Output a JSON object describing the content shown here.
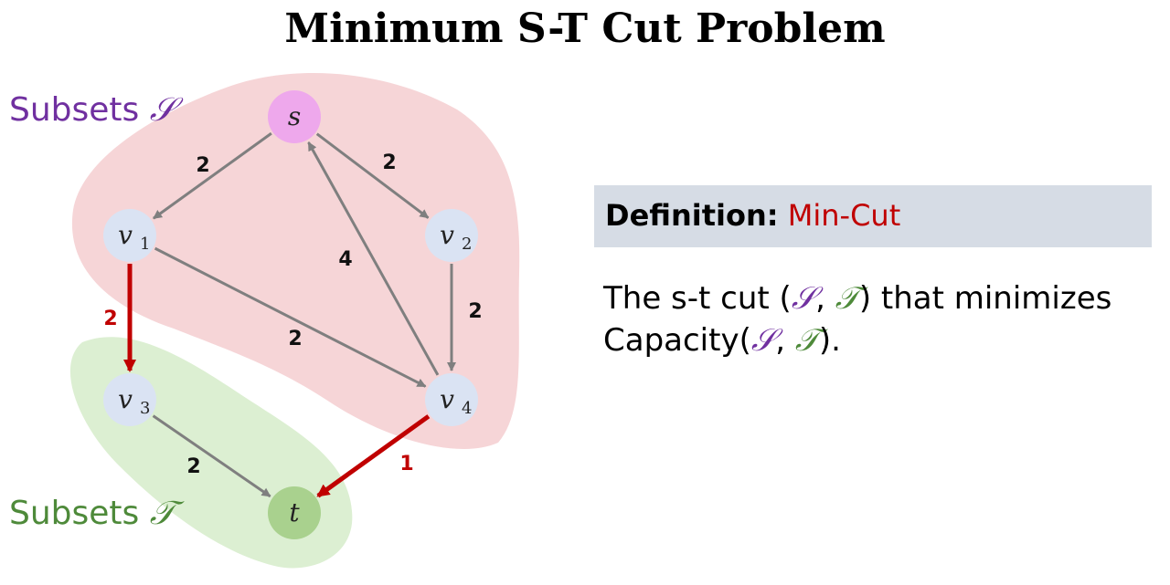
{
  "title": "Minimum S-T Cut Problem",
  "subsets_s": {
    "text": "Subsets",
    "symbol": "𝒮",
    "color": "#7030a0",
    "region_color": "#f6d5d7"
  },
  "subsets_t": {
    "text": "Subsets",
    "symbol": "𝒯",
    "color": "#4e8a3a",
    "region_color": "#dcefd2"
  },
  "nodes": [
    {
      "id": "s",
      "label": "s",
      "sub": "",
      "fill": "#eea8ec"
    },
    {
      "id": "v1",
      "label": "v",
      "sub": "1",
      "fill": "#dae3f3"
    },
    {
      "id": "v2",
      "label": "v",
      "sub": "2",
      "fill": "#dae3f3"
    },
    {
      "id": "v3",
      "label": "v",
      "sub": "3",
      "fill": "#dae3f3"
    },
    {
      "id": "v4",
      "label": "v",
      "sub": "4",
      "fill": "#dae3f3"
    },
    {
      "id": "t",
      "label": "t",
      "sub": "",
      "fill": "#a9d18e"
    }
  ],
  "edges": [
    {
      "from": "s",
      "to": "v1",
      "capacity": "2",
      "cut": false
    },
    {
      "from": "s",
      "to": "v2",
      "capacity": "2",
      "cut": false
    },
    {
      "from": "v4",
      "to": "s",
      "capacity": "4",
      "cut": false
    },
    {
      "from": "v2",
      "to": "v4",
      "capacity": "2",
      "cut": false
    },
    {
      "from": "v1",
      "to": "v4",
      "capacity": "2",
      "cut": false
    },
    {
      "from": "v1",
      "to": "v3",
      "capacity": "2",
      "cut": true
    },
    {
      "from": "v3",
      "to": "t",
      "capacity": "2",
      "cut": false
    },
    {
      "from": "v4",
      "to": "t",
      "capacity": "1",
      "cut": true
    }
  ],
  "colors": {
    "edge": "#7f7f7f",
    "cut_edge": "#c00000",
    "edge_label": "#111111"
  },
  "definition": {
    "label": "Definition:",
    "term": "Min-Cut"
  },
  "description": {
    "line1_prefix": "The s-t cut (",
    "sym_s": "𝒮",
    "comma": ", ",
    "sym_t": "𝒯",
    "line1_suffix": ") that minimizes",
    "line2_prefix": "Capacity(",
    "line2_suffix": ")."
  }
}
